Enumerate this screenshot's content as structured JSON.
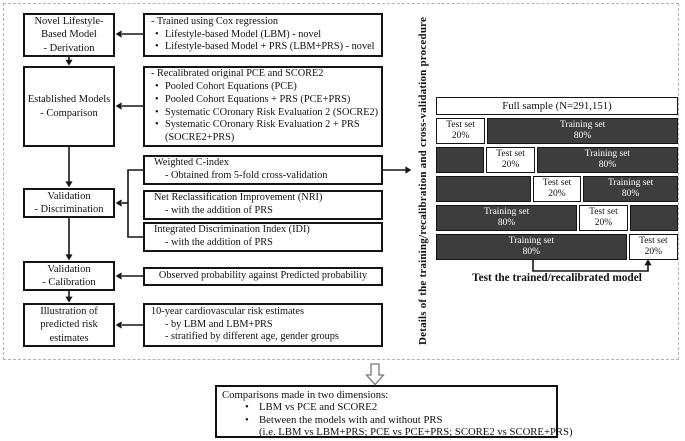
{
  "glyphs": {
    "bullet": "•"
  },
  "colors": {
    "dark_cell": "#3d3d3d",
    "box_border": "#141414",
    "dashed_border": "#b3b3b3"
  },
  "stages": [
    {
      "label": "Novel Lifestyle-\nBased Model\n- Derivation"
    },
    {
      "label": "Established Models\n- Comparison"
    },
    {
      "label": "Validation\n- Discrimination"
    },
    {
      "label": "Validation\n- Calibration"
    },
    {
      "label": "Illustration of\npredicted risk\nestimates"
    }
  ],
  "panels": {
    "derivation": {
      "intro": "- Trained using Cox regression",
      "b1": "Lifestyle-based Model (LBM) - novel",
      "b2": "Lifestyle-based Model + PRS (LBM+PRS) - novel"
    },
    "comparison": {
      "intro": "- Recalibrated original PCE and SCORE2",
      "b1": "Pooled Cohort Equations (PCE)",
      "b2": "Pooled Cohort Equations + PRS (PCE+PRS)",
      "b3": "Systematic COronary Risk Evaluation 2 (SOCRE2)",
      "b4": "Systematic COronary Risk Evaluation 2 + PRS",
      "b4cont": "(SOCRE2+PRS)"
    },
    "c_index": {
      "title": "Weighted C-index",
      "sub": "- Obtained from 5-fold cross-validation"
    },
    "nri": {
      "title": "Net Reclassification Improvement (NRI)",
      "sub": "- with the addition of PRS"
    },
    "idi": {
      "title": "Integrated Discrimination Index (IDI)",
      "sub": "- with the addition of PRS"
    },
    "calibration": {
      "text": "Observed probability against Predicted probability"
    },
    "illustration": {
      "title": "10-year cardiovascular risk estimates",
      "sub1": "- by LBM and LBM+PRS",
      "sub2": "- stratified by different age, gender groups"
    }
  },
  "cv_panel": {
    "side_label": "Details of the training/recalibration and cross-validation procedure",
    "full_sample": "Full sample (N=291,151)",
    "test_set": "Test set\n20%",
    "training_set": "Training set\n80%",
    "caption": "Test the trained/recalibrated model"
  },
  "footer": {
    "line0": "Comparisons made in two dimensions:",
    "b1": "LBM vs PCE and SCORE2",
    "b2": "Between the models with and without PRS",
    "b2cont": "(i.e. LBM vs LBM+PRS; PCE vs PCE+PRS; SCORE2 vs SCORE+PRS)"
  }
}
